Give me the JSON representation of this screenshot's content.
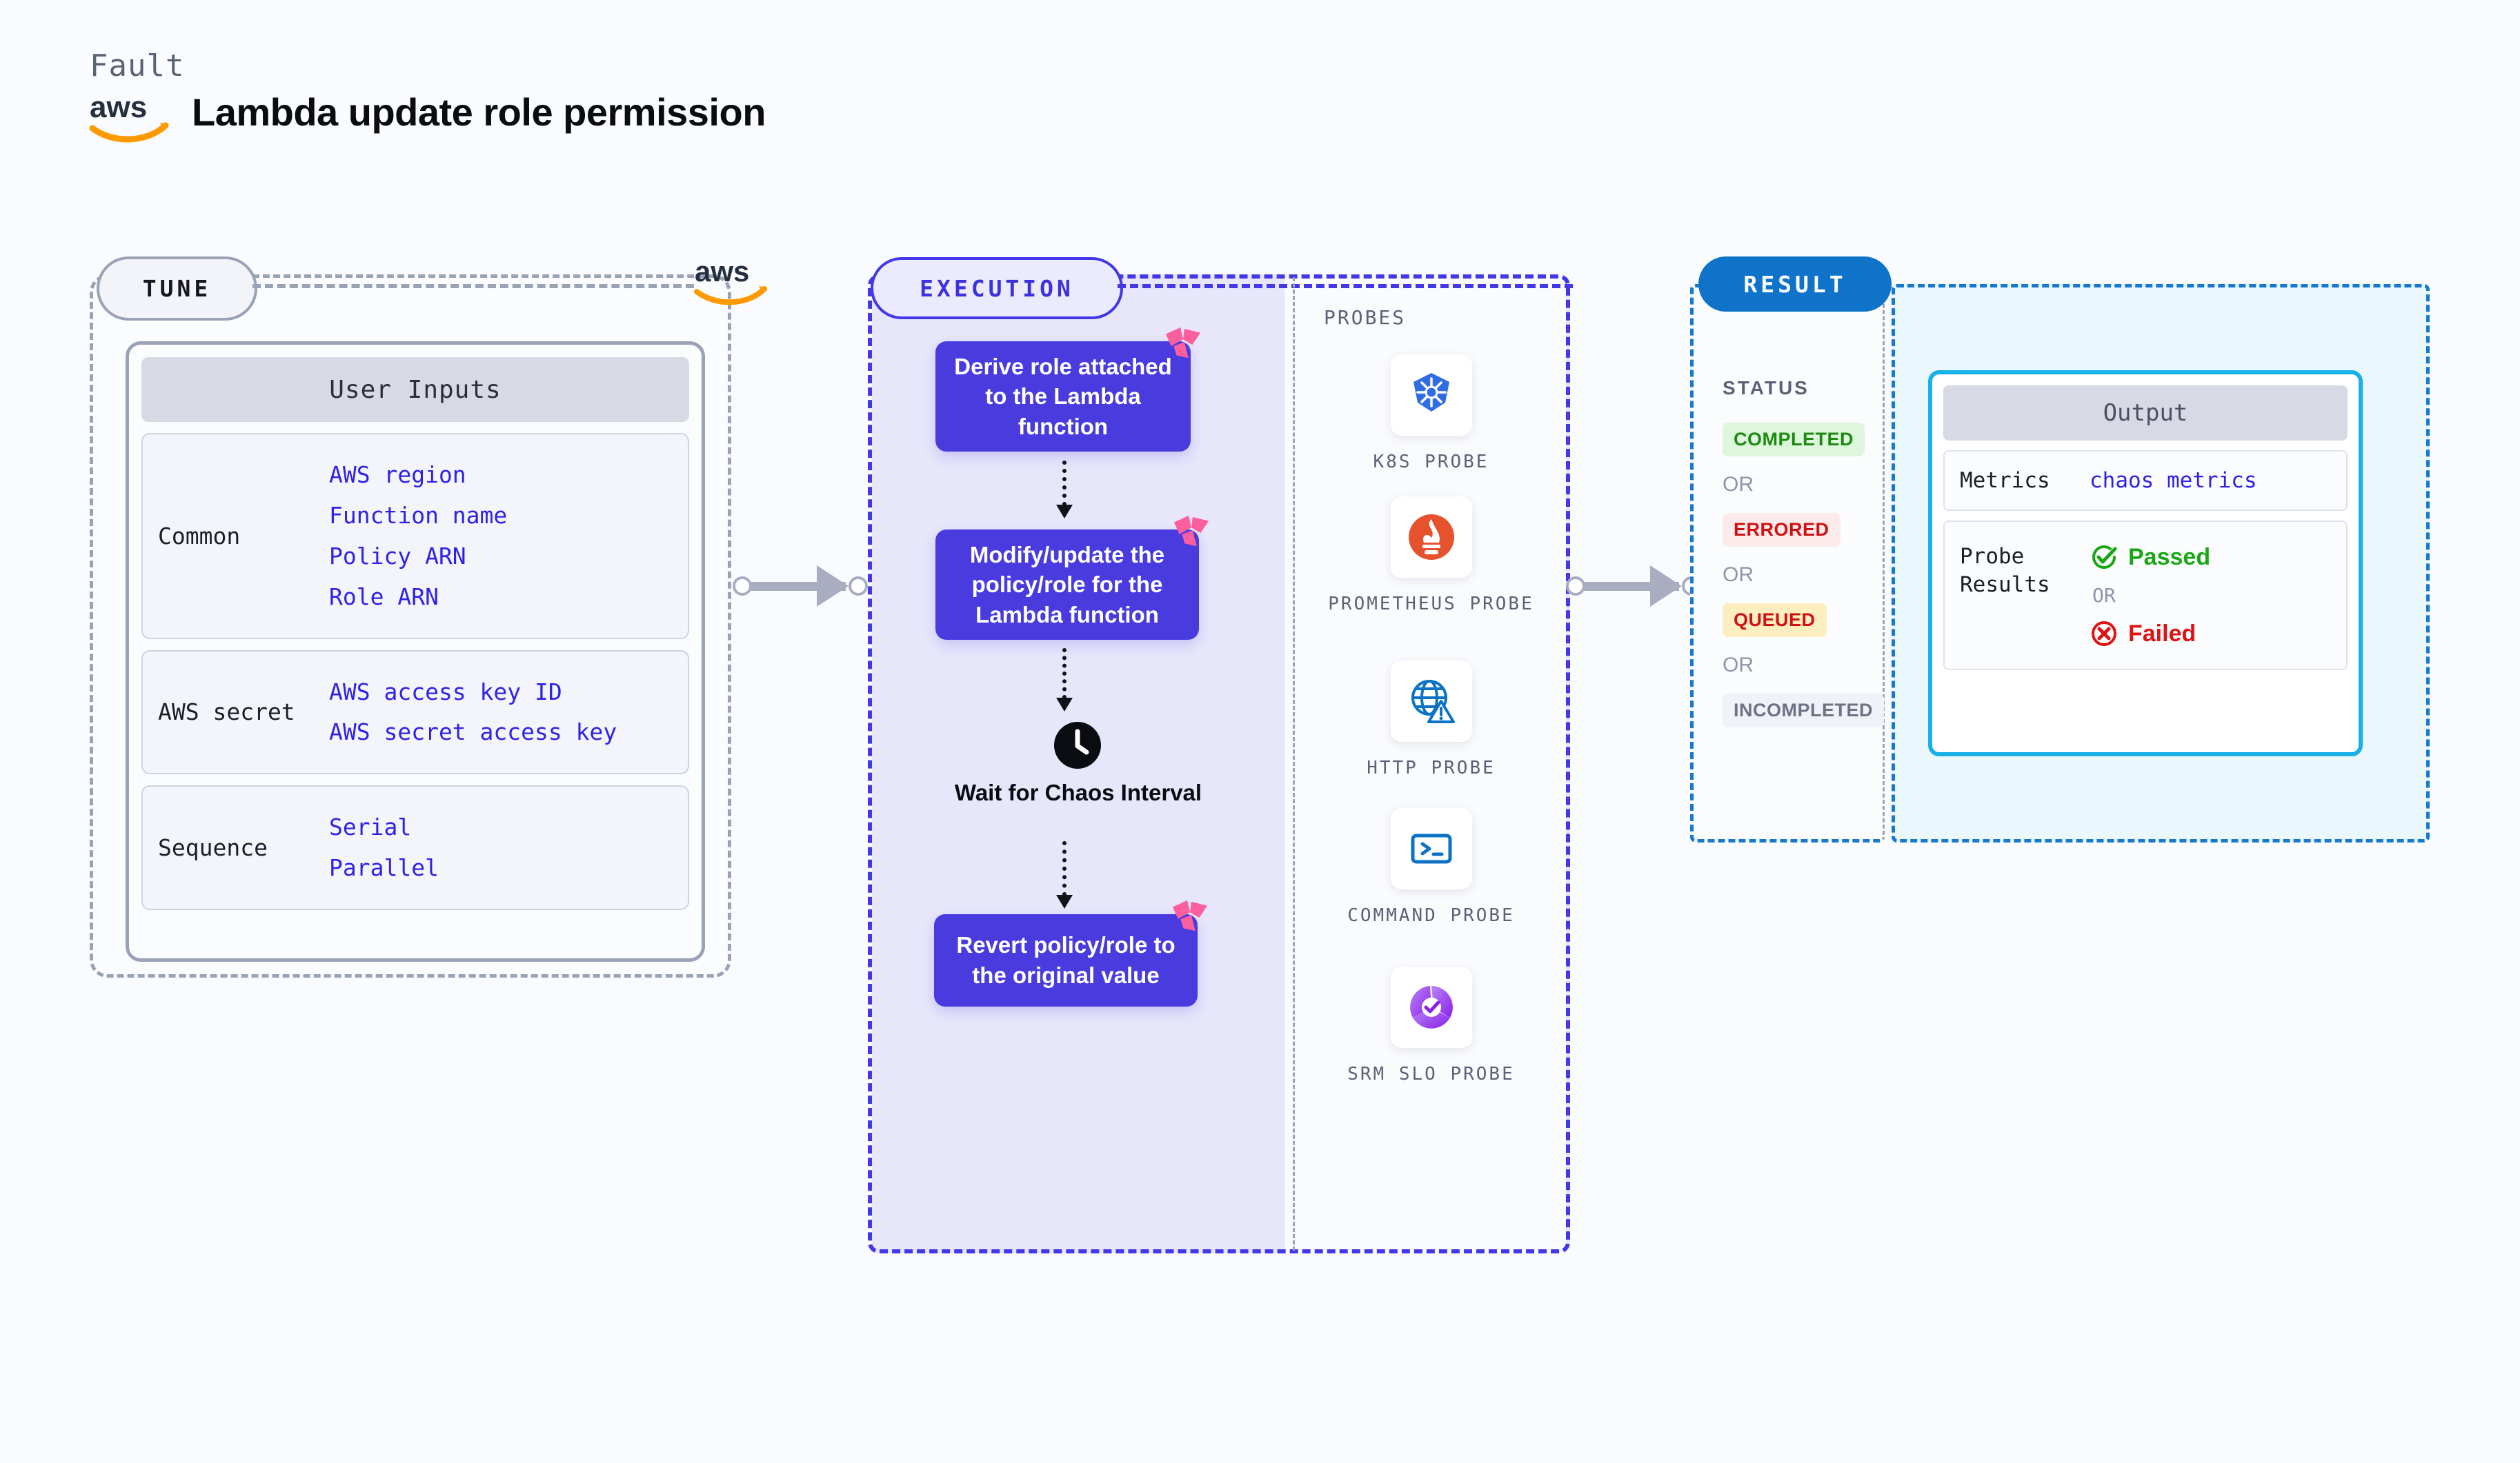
{
  "header": {
    "kicker": "Fault",
    "title": "Lambda update role permission",
    "logo": "aws-logo"
  },
  "tune": {
    "pill_label": "TUNE",
    "card_title": "User Inputs",
    "groups": [
      {
        "label": "Common",
        "values": [
          "AWS region",
          "Function name",
          "Policy ARN",
          "Role ARN"
        ]
      },
      {
        "label": "AWS secret",
        "values": [
          "AWS access key ID",
          "AWS secret access key"
        ]
      },
      {
        "label": "Sequence",
        "values": [
          "Serial",
          "Parallel"
        ]
      }
    ]
  },
  "execution": {
    "pill_label": "EXECUTION",
    "steps": [
      {
        "text": "Derive role attached to the Lambda function",
        "badge": "litmus-badge-icon"
      },
      {
        "text": "Modify/update the policy/role for the Lambda function",
        "badge": "litmus-badge-icon"
      }
    ],
    "wait": {
      "icon": "clock-icon",
      "label": "Wait for Chaos Interval"
    },
    "final_step": {
      "text": "Revert policy/role to the original value",
      "badge": "litmus-badge-icon"
    }
  },
  "probes": {
    "title": "PROBES",
    "items": [
      {
        "label": "K8S PROBE",
        "icon": "kubernetes-icon"
      },
      {
        "label": "PROMETHEUS PROBE",
        "icon": "prometheus-icon"
      },
      {
        "label": "HTTP PROBE",
        "icon": "http-globe-warning-icon"
      },
      {
        "label": "COMMAND PROBE",
        "icon": "terminal-icon"
      },
      {
        "label": "SRM SLO PROBE",
        "icon": "srm-slo-donut-icon"
      }
    ]
  },
  "result": {
    "pill_label": "RESULT",
    "status_title": "STATUS",
    "or_label": "OR",
    "statuses": [
      {
        "label": "COMPLETED",
        "bg": "#ddf6dc",
        "color": "#1d8a12"
      },
      {
        "label": "ERRORED",
        "bg": "#fdeaea",
        "color": "#cf1111"
      },
      {
        "label": "QUEUED",
        "bg": "#fdeec0",
        "color": "#cf1111"
      },
      {
        "label": "INCOMPLETED",
        "bg": "#f1f2f7",
        "color": "#6d7385"
      }
    ],
    "output": {
      "title": "Output",
      "rows": [
        {
          "label": "Metrics",
          "value": "chaos metrics"
        }
      ],
      "probe_results_label": "Probe Results",
      "passed": {
        "label": "Passed",
        "icon": "check-circle-icon",
        "color": "#1aa615"
      },
      "failed": {
        "label": "Failed",
        "icon": "x-circle-icon",
        "color": "#de1414"
      },
      "or_label": "OR"
    }
  },
  "colors": {
    "background": "#fafbff",
    "tune_border": "#9aa2b5",
    "execution_border": "#4338e8",
    "execution_fill": "#e7e6fb",
    "step_fill": "#4a3bdf",
    "result_border": "#1778d0",
    "result_pill": "#0f74c9",
    "output_border": "#17b0e8",
    "output_fill": "#eaf8fd",
    "mono_accent": "#3021e8",
    "litmus_pink": "#fb5f9d"
  }
}
